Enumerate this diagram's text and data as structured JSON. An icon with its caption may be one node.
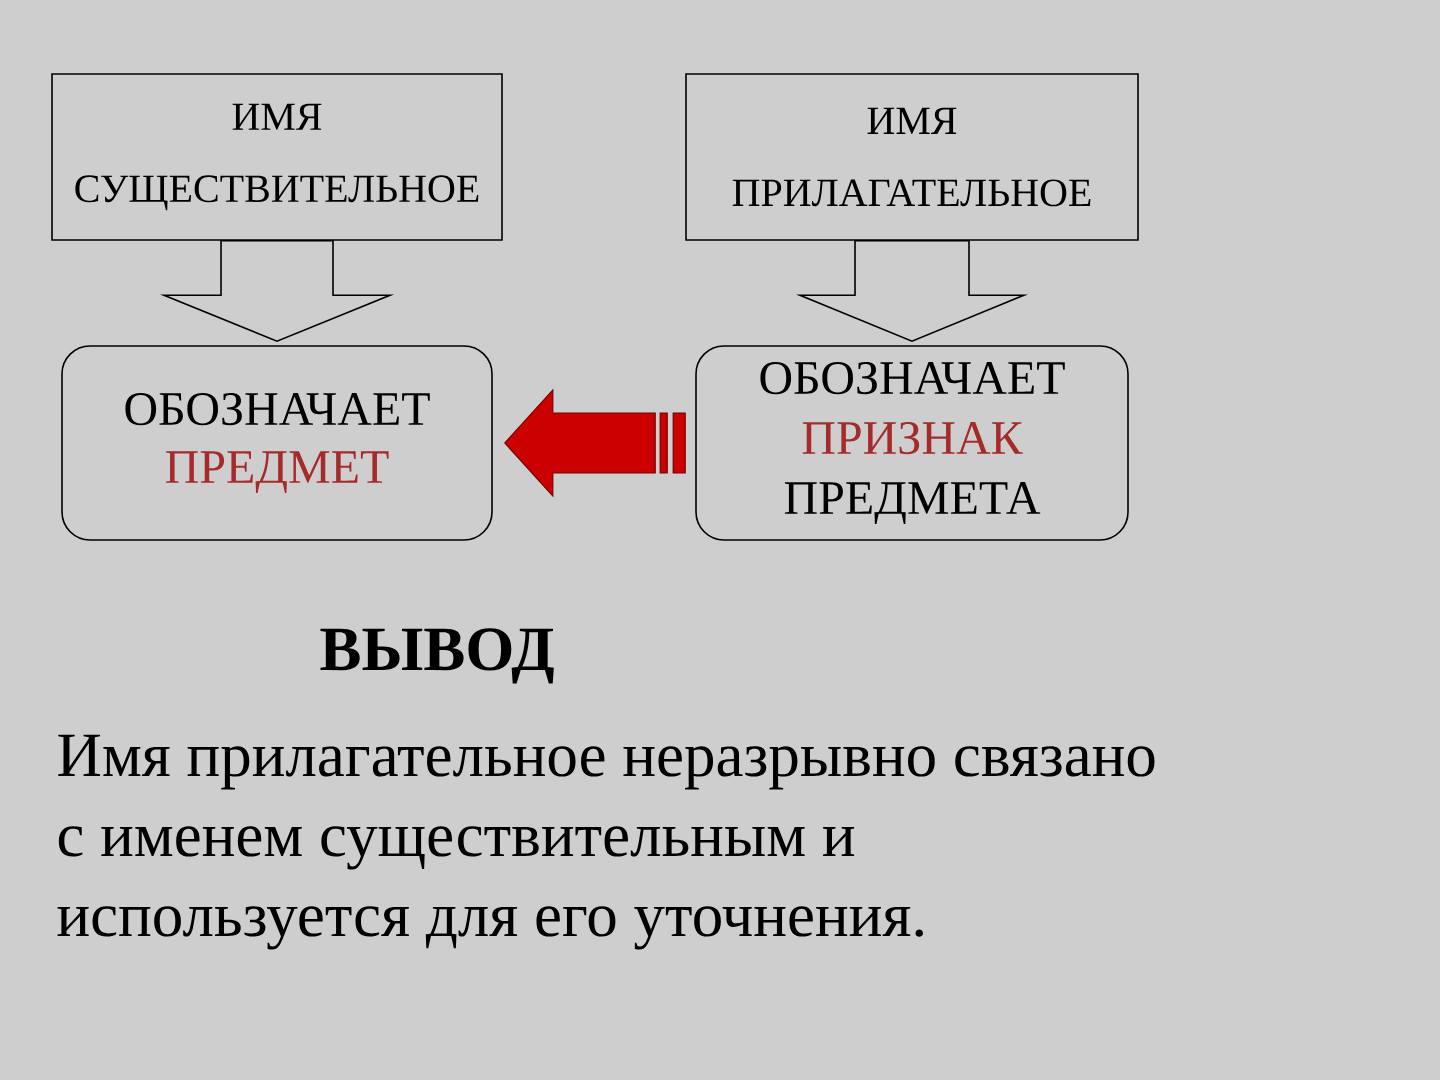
{
  "diagram": {
    "nodes": [
      {
        "text": [
          "ИМЯ СУЩЕСТВИТЕЛЬНОЕ"
        ]
      },
      {
        "text": [
          "ИМЯ ПРИЛАГАТЕЛЬНОЕ"
        ]
      },
      {
        "text": [
          "ОБОЗНАЧАЕТ",
          "ПРЕДМЕТ"
        ]
      },
      {
        "text": [
          "ОБОЗНАЧАЕТ",
          "ПРИЗНАК",
          "ПРЕДМЕТА"
        ]
      }
    ],
    "edges": [
      {
        "from": 0,
        "to": 2,
        "arrow": "to"
      },
      {
        "from": 1,
        "to": 3,
        "arrow": "to"
      },
      {
        "from": 3,
        "to": 2,
        "arrow": "to",
        "color": "#cc0000"
      }
    ],
    "labels": [
      "ВЫВОД",
      "Имя прилагательное неразрывно связано с именем существительным и используется для его уточнения."
    ]
  }
}
